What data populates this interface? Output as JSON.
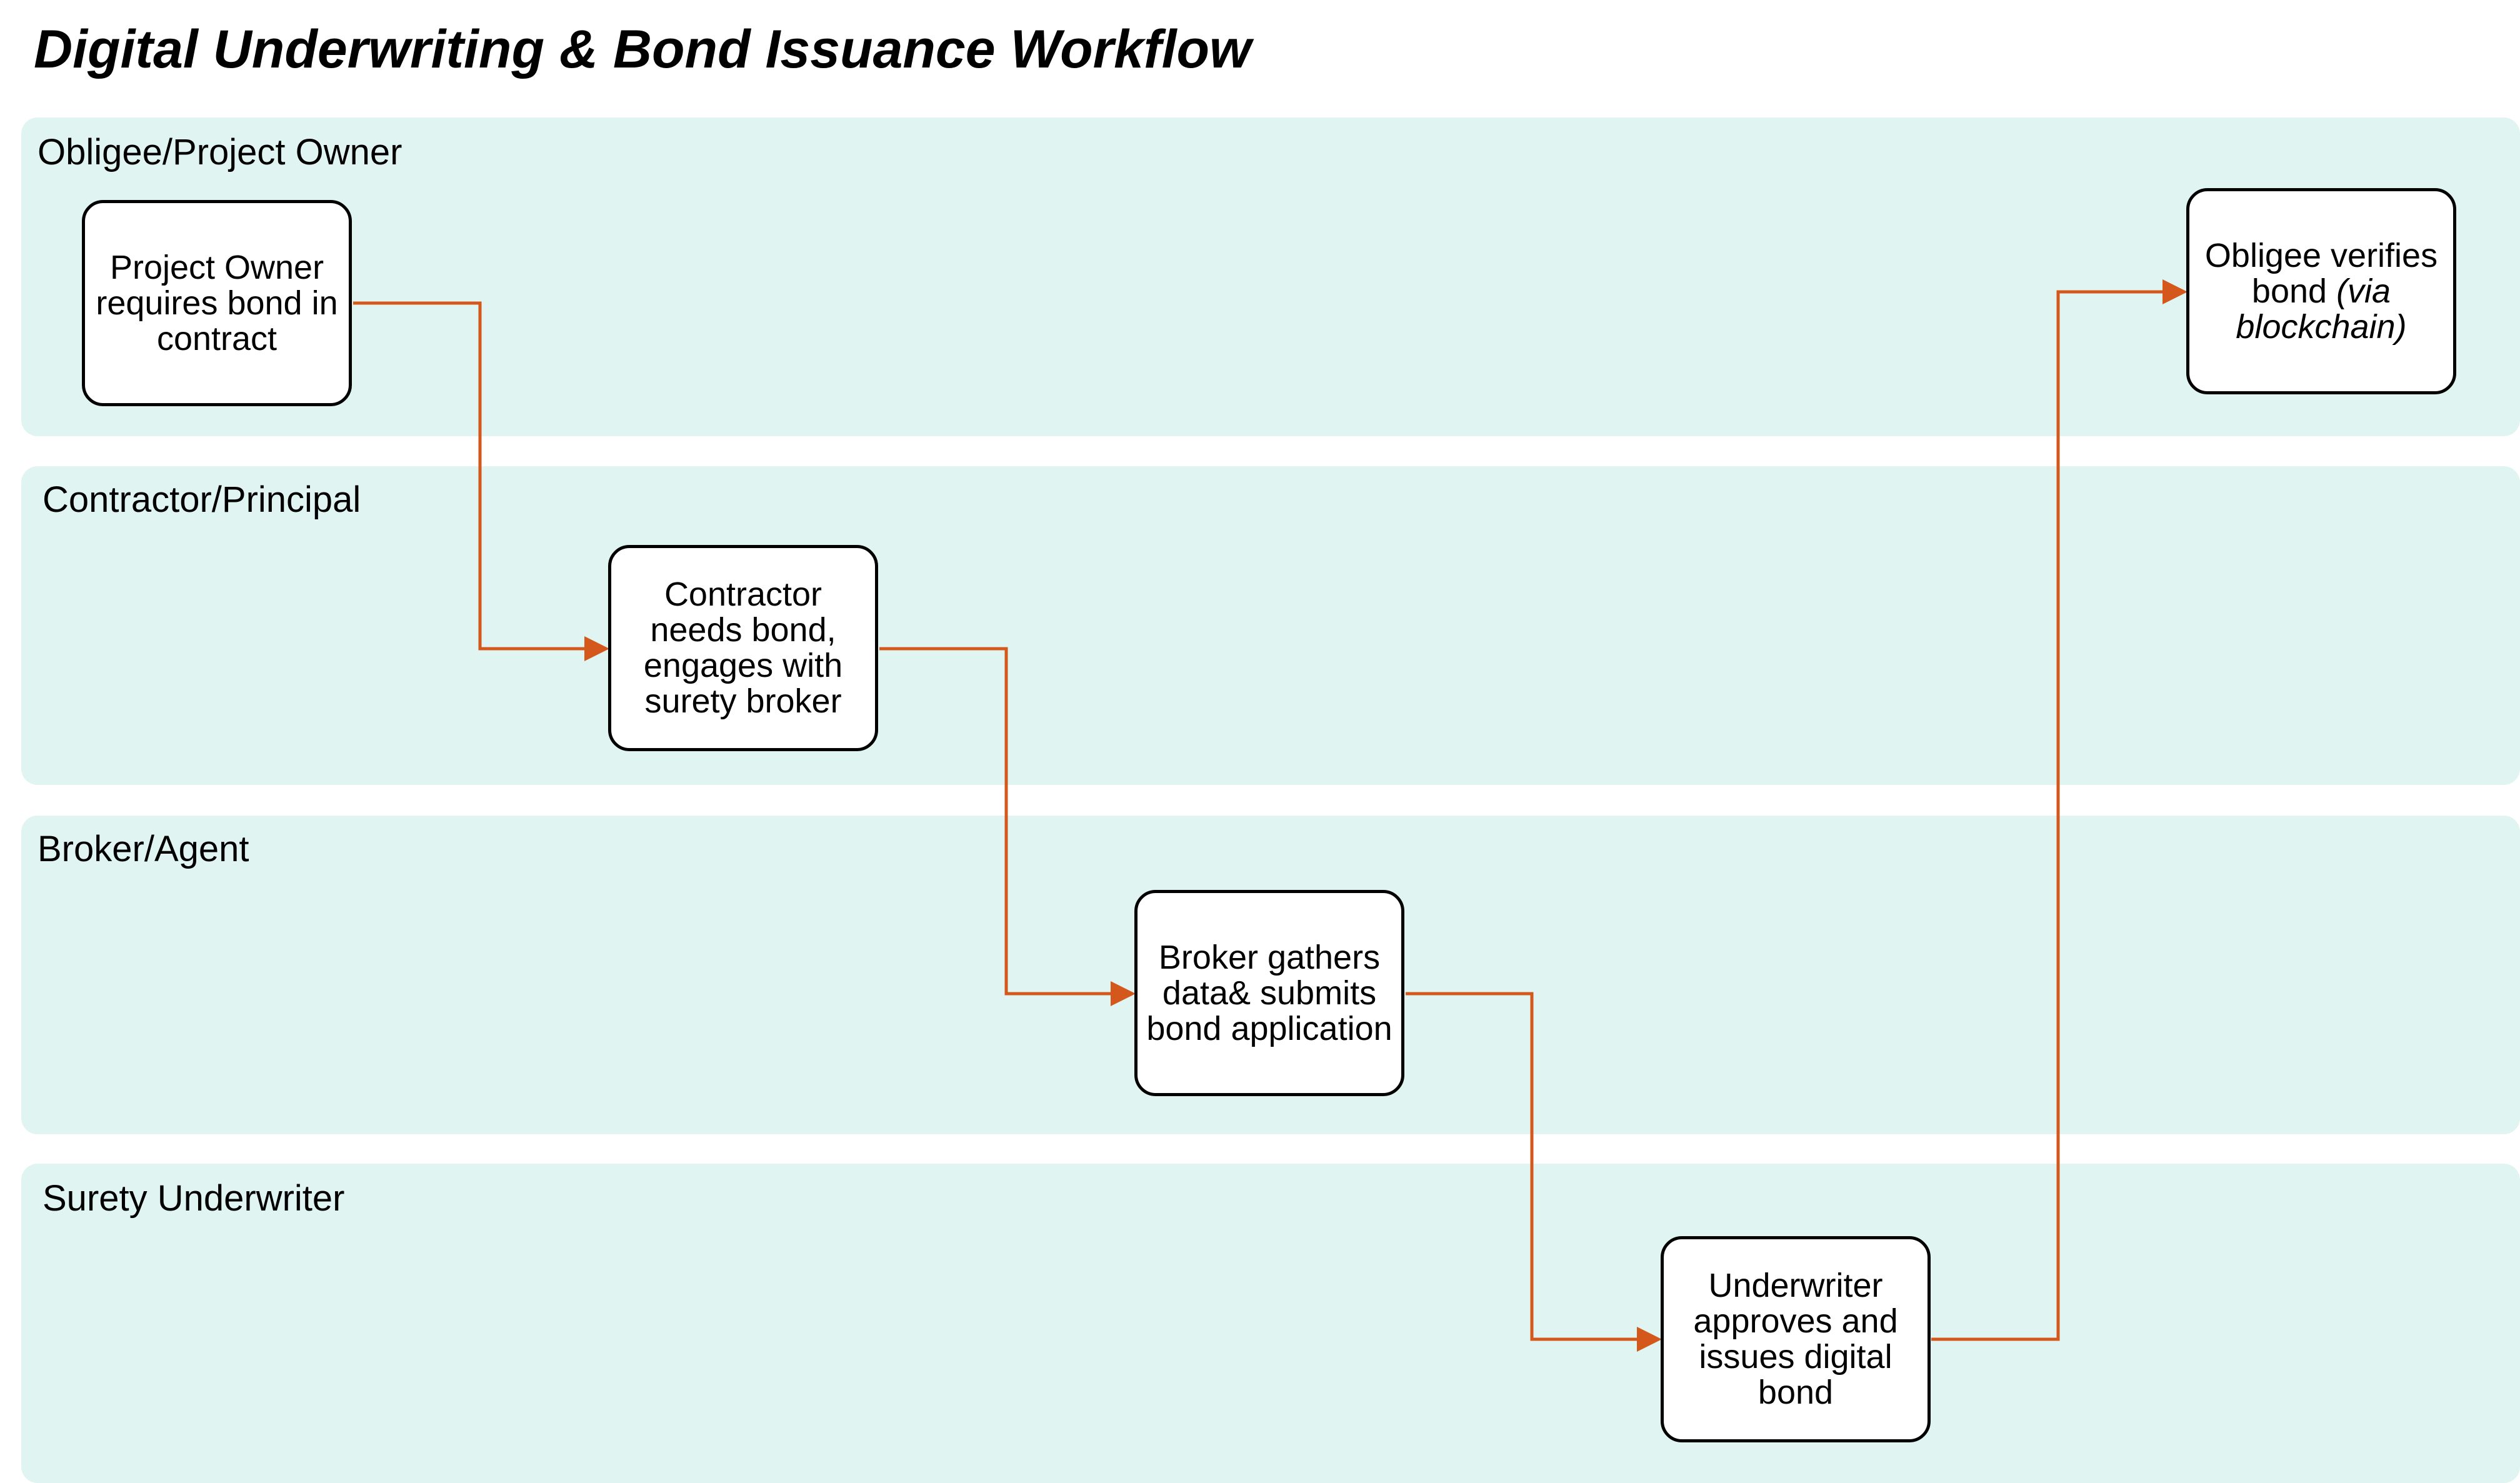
{
  "title": "Digital Underwriting & Bond Issuance Workflow",
  "lanes": [
    {
      "label": "Obligee/Project Owner"
    },
    {
      "label": "Contractor/Principal"
    },
    {
      "label": "Broker/Agent"
    },
    {
      "label": "Surety Underwriter"
    }
  ],
  "nodes": {
    "project_owner": {
      "text": "Project Owner requires bond in contract"
    },
    "contractor": {
      "text": "Contractor needs bond, engages with surety broker"
    },
    "broker": {
      "text": "Broker gathers data& submits bond application"
    },
    "underwriter": {
      "text": "Underwriter approves and issues digital bond"
    },
    "obligee": {
      "text_plain": "Obligee verifies bond",
      "text_italic": "(via blockchain)"
    }
  },
  "edges": [
    {
      "from": "project_owner",
      "to": "contractor"
    },
    {
      "from": "contractor",
      "to": "broker"
    },
    {
      "from": "broker",
      "to": "underwriter"
    },
    {
      "from": "underwriter",
      "to": "obligee"
    }
  ],
  "colors": {
    "lane_fill": "#e0f5f1",
    "connector": "#d4581c",
    "box_border": "#000000",
    "box_fill": "#ffffff"
  }
}
